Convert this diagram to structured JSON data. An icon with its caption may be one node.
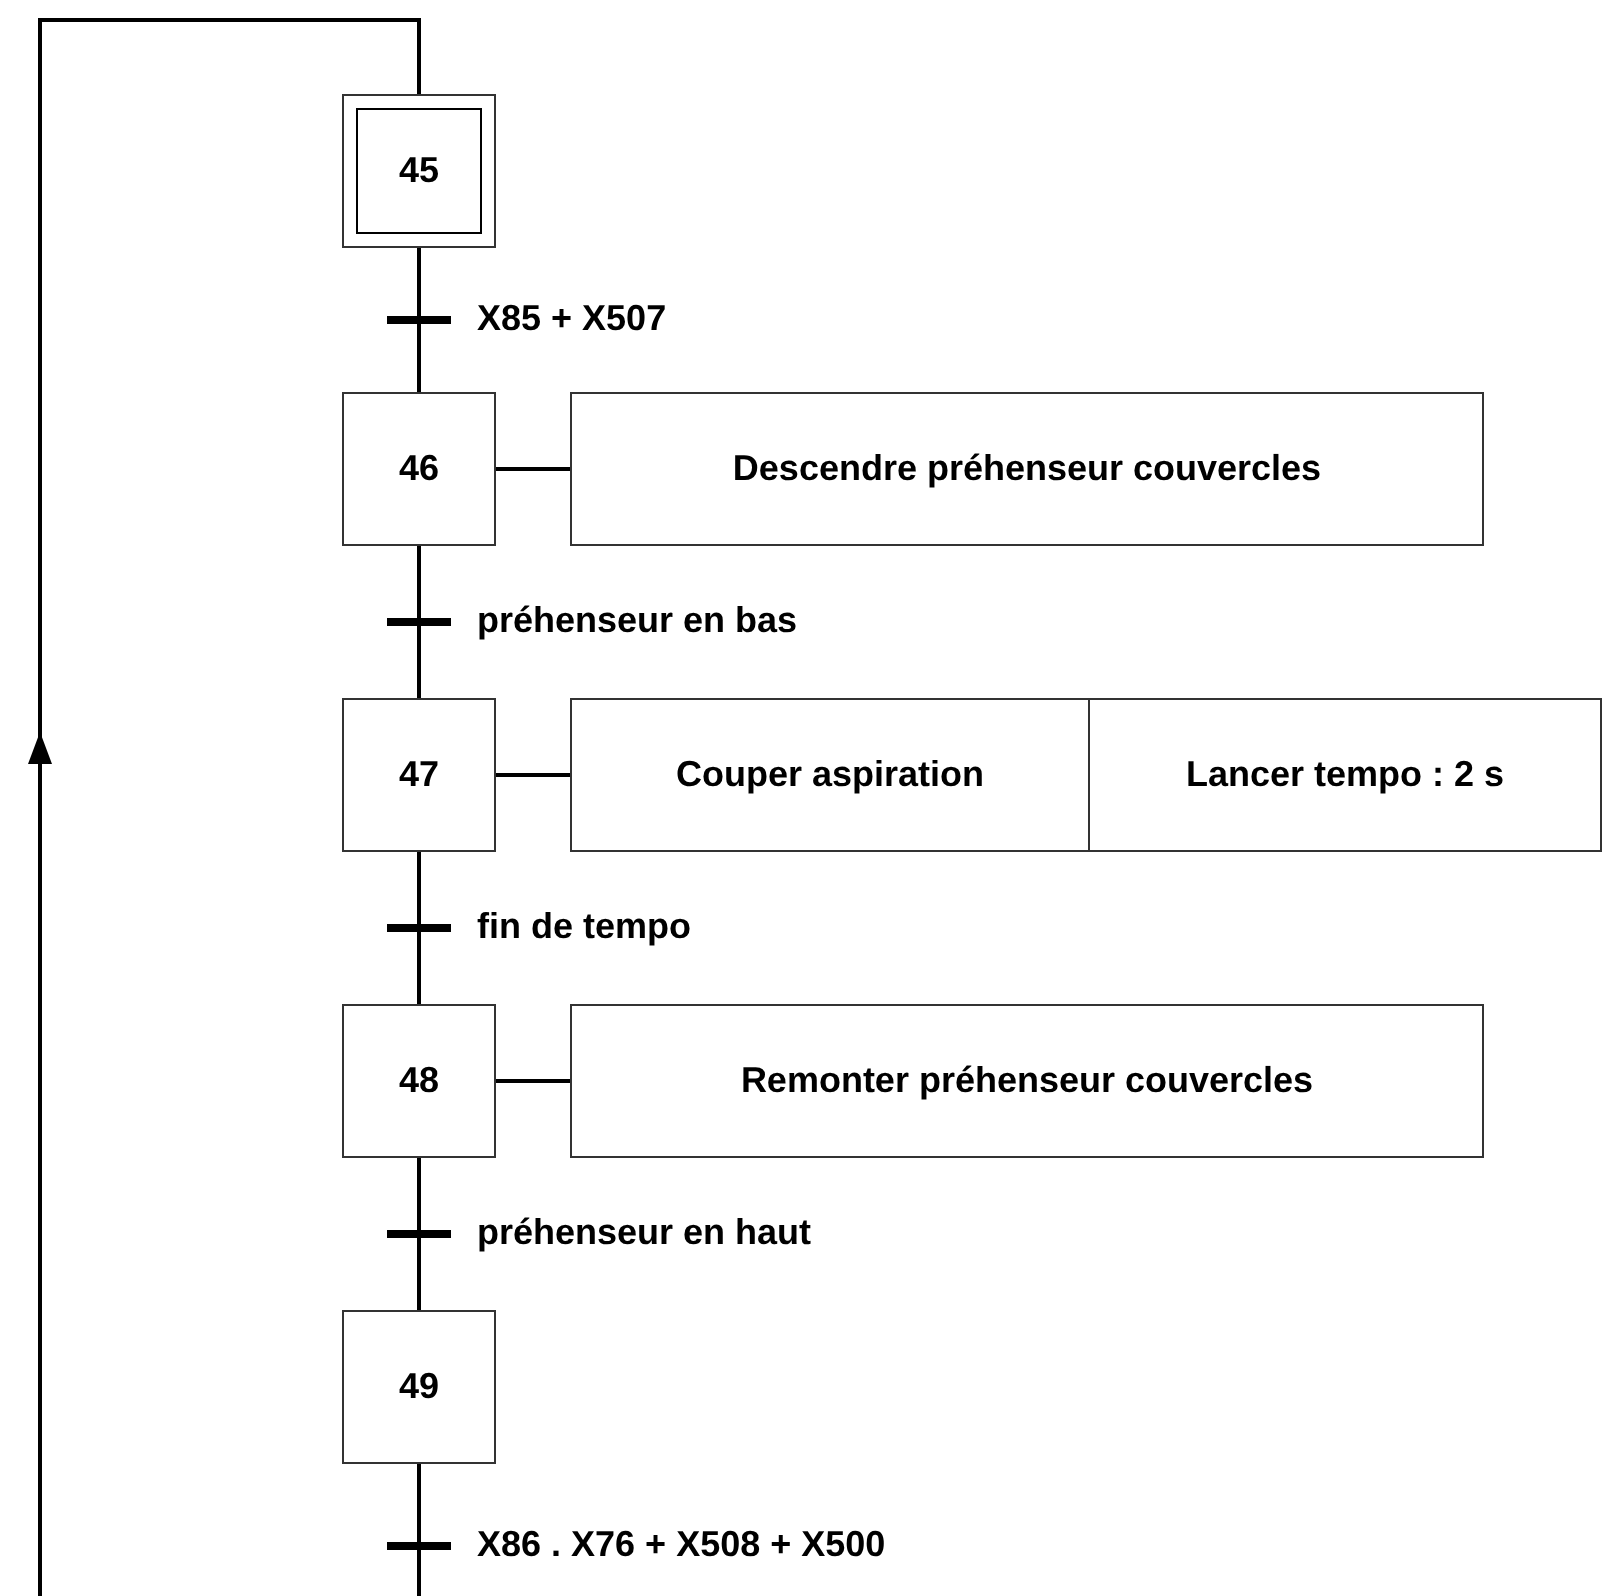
{
  "diagram": {
    "nodes": [
      {
        "text": [
          "45"
        ]
      },
      {
        "text": [
          "46"
        ]
      },
      {
        "text": [
          "Descendre préhenseur couvercles"
        ]
      },
      {
        "text": [
          "47"
        ]
      },
      {
        "text": [
          "Couper aspiration"
        ]
      },
      {
        "text": [
          "Lancer tempo : 2 s"
        ]
      },
      {
        "text": [
          "48"
        ]
      },
      {
        "text": [
          "Remonter préhenseur couvercles"
        ]
      },
      {
        "text": [
          "49"
        ]
      }
    ],
    "edges": [
      {
        "from": 0,
        "to": 1,
        "arrow": "none",
        "label": "X85 + X507"
      },
      {
        "from": 1,
        "to": 3,
        "arrow": "none",
        "label": "préhenseur en bas"
      },
      {
        "from": 3,
        "to": 6,
        "arrow": "none",
        "label": "fin de tempo"
      },
      {
        "from": 6,
        "to": 8,
        "arrow": "none",
        "label": "préhenseur en haut"
      },
      {
        "from": 8,
        "to": 0,
        "arrow": "to",
        "label": "X86 . X76 + X508 + X500"
      },
      {
        "from": 1,
        "to": 2,
        "arrow": "none"
      },
      {
        "from": 3,
        "to": 4,
        "arrow": "none"
      },
      {
        "from": 6,
        "to": 7,
        "arrow": "none"
      }
    ]
  }
}
